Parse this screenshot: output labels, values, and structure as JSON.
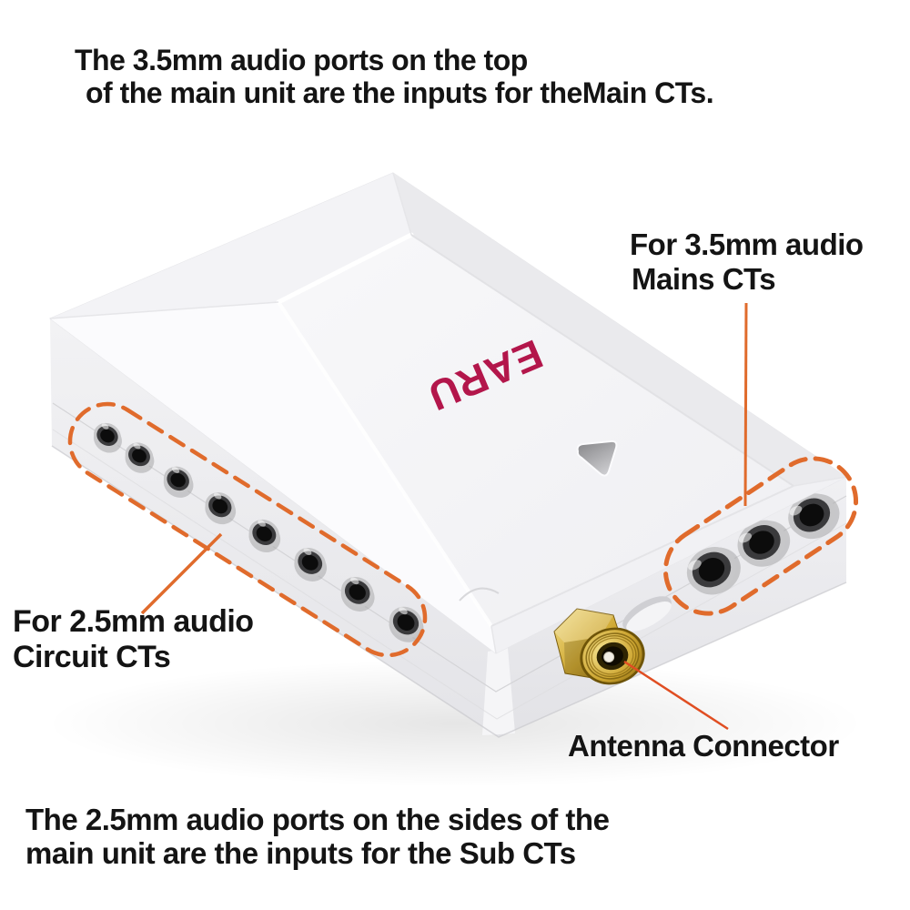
{
  "annotations": {
    "top_note": {
      "line1": "The 3.5mm audio ports on the top",
      "line2": "of the main unit are the inputs for theMain CTs."
    },
    "right_label": {
      "line1": "For 3.5mm audio",
      "line2": "Mains CTs"
    },
    "left_label": {
      "line1": "For 2.5mm audio",
      "line2": "Circuit CTs"
    },
    "antenna_label": "Antenna Connector",
    "bottom_note": {
      "line1": "The 2.5mm audio ports on the sides of the",
      "line2": "main unit are the inputs for the Sub CTs"
    }
  },
  "device": {
    "brand": "EARU",
    "main_ct_ports": {
      "count": 3,
      "size": "3.5mm"
    },
    "sub_ct_ports": {
      "count": 8,
      "size": "2.5mm"
    }
  },
  "colors": {
    "annotation_orange": "#e06b2c",
    "antenna_leader_red": "#e04e22",
    "brand_red": "#b3164b",
    "text_black": "#141414",
    "connector_gold": "#c9a227"
  }
}
